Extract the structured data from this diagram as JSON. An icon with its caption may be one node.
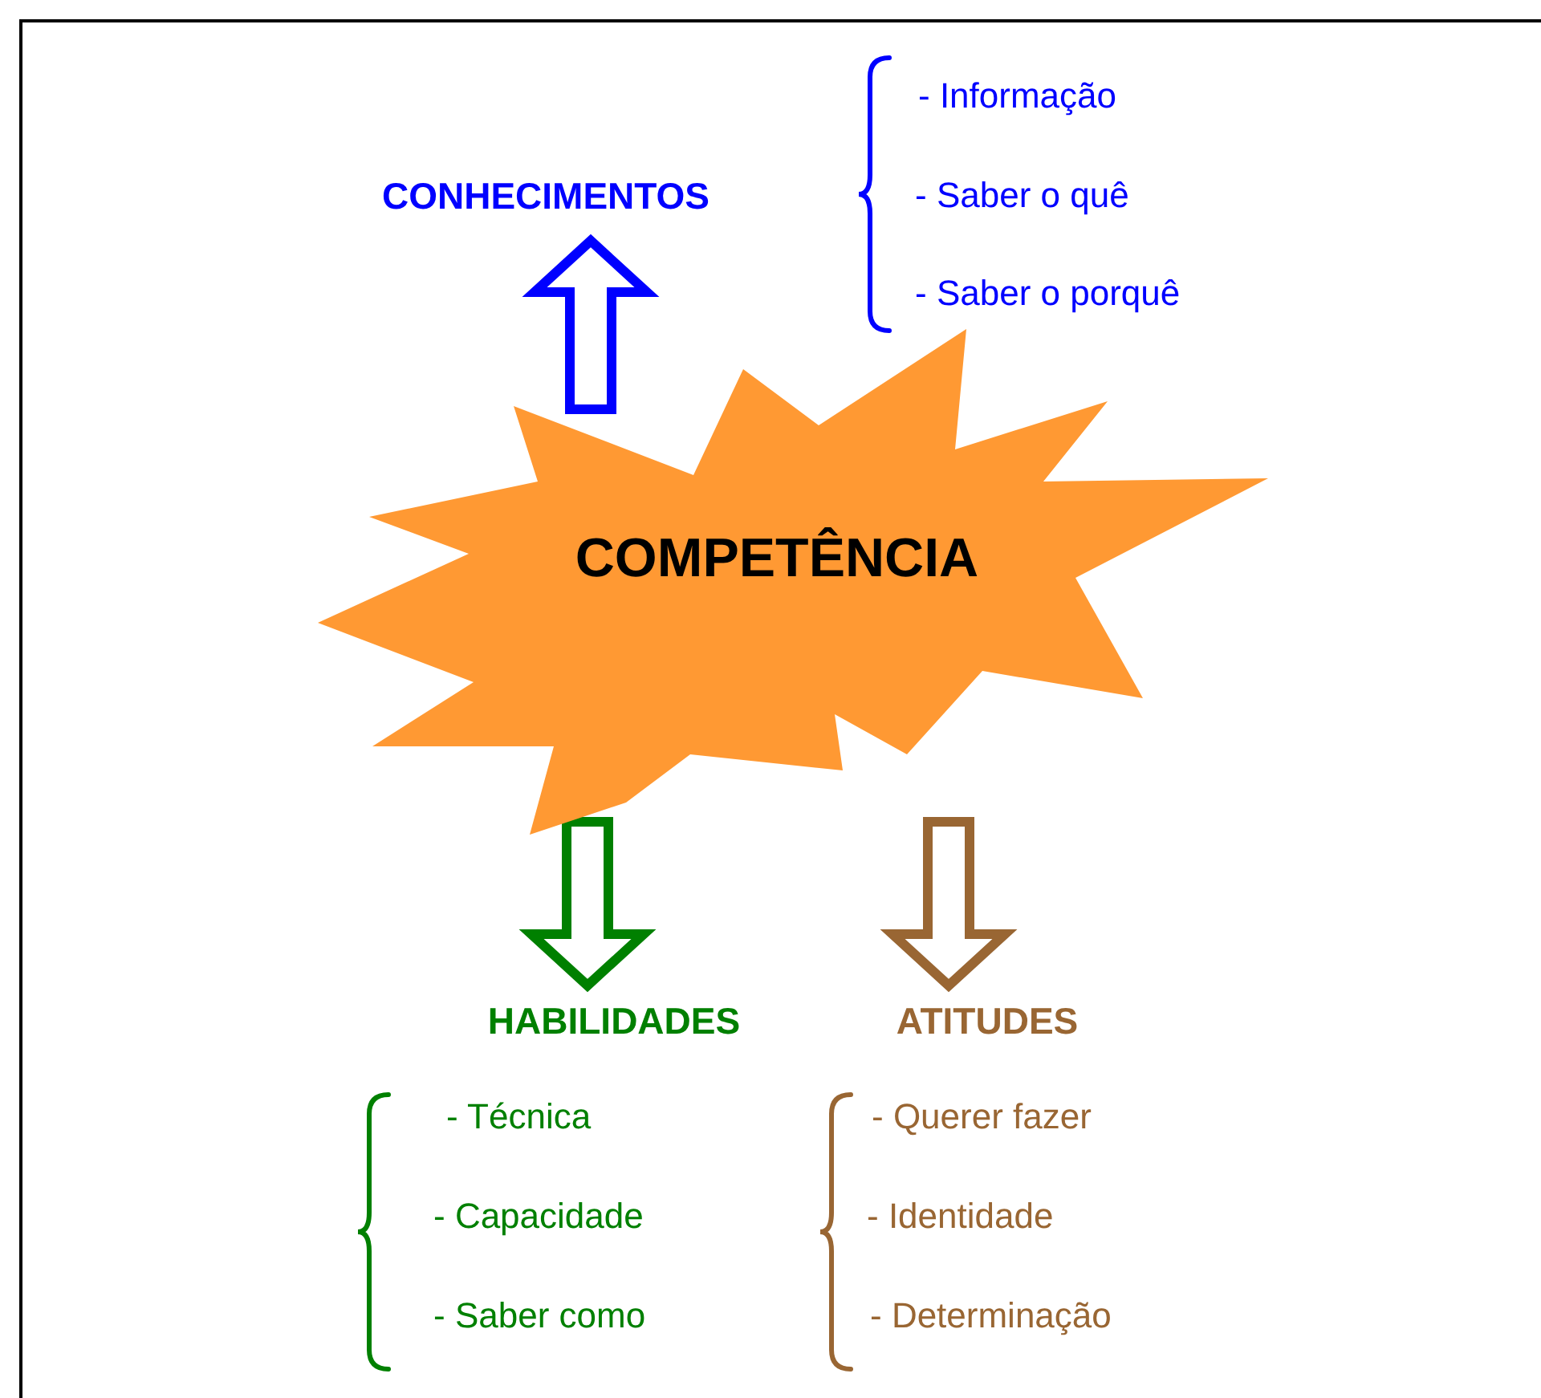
{
  "diagram": {
    "nodes": [
      {
        "text": [
          "COMPETÊNCIA"
        ]
      },
      {
        "text": [
          "CONHECIMENTOS"
        ]
      },
      {
        "text": [
          "HABILIDADES"
        ]
      },
      {
        "text": [
          "ATITUDES"
        ]
      }
    ],
    "edges": [
      {
        "from": 0,
        "to": 1,
        "arrow": "to",
        "color": "#0000ff"
      },
      {
        "from": 0,
        "to": 2,
        "arrow": "to",
        "color": "#008000"
      },
      {
        "from": 0,
        "to": 3,
        "arrow": "to",
        "color": "#996633"
      }
    ],
    "labels": [
      "- Informação",
      "- Saber o quê",
      "- Saber o porquê",
      "- Técnica",
      "- Capacidade",
      "- Saber como",
      "- Querer fazer",
      "- Identidade",
      "- Determinação"
    ]
  }
}
